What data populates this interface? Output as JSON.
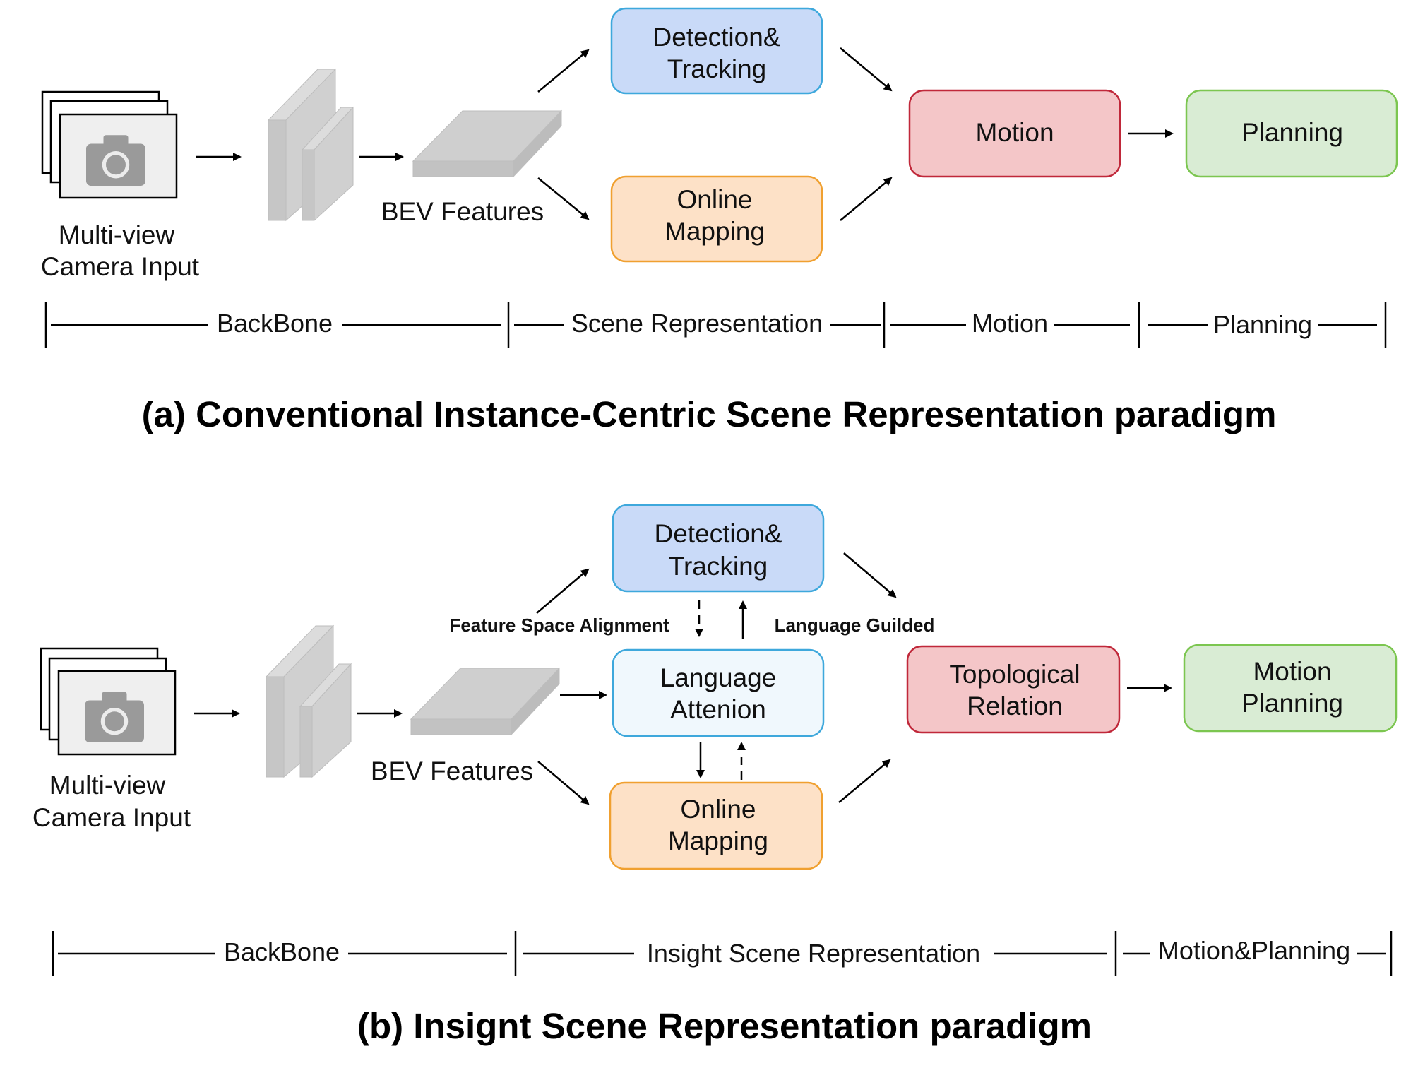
{
  "panel_a": {
    "camera_label": [
      "Multi-view",
      "Camera Input"
    ],
    "bev_label": "BEV Features",
    "detection": [
      "Detection&",
      "Tracking"
    ],
    "mapping": [
      "Online",
      "Mapping"
    ],
    "motion": "Motion",
    "planning": "Planning",
    "stages": [
      "BackBone",
      "Scene Representation",
      "Motion",
      "Planning"
    ],
    "caption": "(a) Conventional Instance-Centric Scene Representation paradigm"
  },
  "panel_b": {
    "camera_label": [
      "Multi-view",
      "Camera Input"
    ],
    "bev_label": "BEV Features",
    "detection": [
      "Detection&",
      "Tracking"
    ],
    "language_attention": [
      "Language",
      "Attenion"
    ],
    "mapping": [
      "Online",
      "Mapping"
    ],
    "topological": [
      "Topological",
      "Relation"
    ],
    "motion_planning": [
      "Motion",
      "Planning"
    ],
    "feature_alignment": "Feature Space Alignment",
    "language_guided": "Language Guilded",
    "stages": [
      "BackBone",
      "Insight Scene Representation",
      "Motion&Planning"
    ],
    "caption": "(b) Insignt Scene Representation  paradigm"
  },
  "colors": {
    "detection_fill": "#c9daf8",
    "detection_stroke": "#3ea8dc",
    "mapping_fill": "#fde1c7",
    "mapping_stroke": "#f0a030",
    "motion_fill": "#f4c6c8",
    "motion_stroke": "#c0283a",
    "planning_fill": "#d9ecd4",
    "planning_stroke": "#7cc650",
    "language_fill": "#f0f8fd",
    "language_stroke": "#3ea8dc",
    "feature_gray": "#cccccc"
  }
}
